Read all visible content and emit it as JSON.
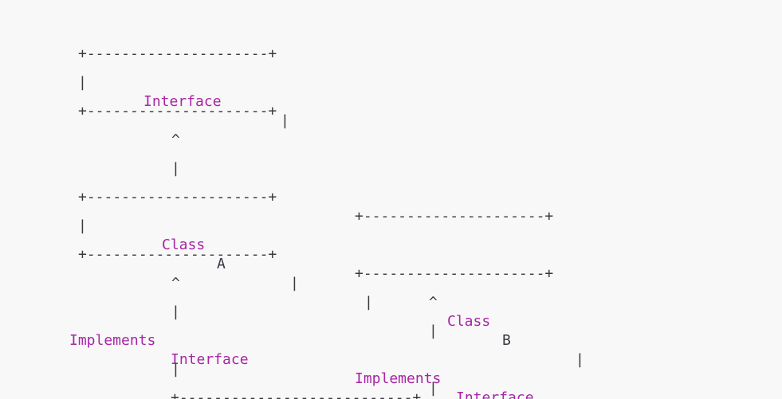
{
  "diagram": {
    "colors": {
      "background": "#f8f8f8",
      "text": "#383a42",
      "keyword": "#a626a4"
    },
    "interface_box": {
      "top_border": "+---------------------+",
      "left_bar": "|",
      "keyword": "Interface",
      "right_bar": "|",
      "bottom_border": "+---------------------+"
    },
    "interface_arrow": {
      "caret": "^",
      "bar": "|"
    },
    "class_a_box": {
      "top_border": "+---------------------+",
      "left_bar": "|",
      "keyword": "Class",
      "name": "A",
      "right_bar": "|",
      "bottom_border": "+---------------------+"
    },
    "class_b_box": {
      "top_border": "+---------------------+",
      "left_bar": "|",
      "keyword": "Class",
      "name": "B",
      "right_bar": "|",
      "bottom_border": "+---------------------+"
    },
    "class_a_arrow": {
      "caret": "^",
      "bar": "|"
    },
    "class_b_arrow": {
      "caret": "^",
      "bar": "|"
    },
    "implements_a": {
      "word1": "Implements",
      "word2": "Interface"
    },
    "implements_b": {
      "word1": "Implements",
      "word2": "Interface"
    },
    "connector": {
      "bar_a": "|",
      "bar_b": "|",
      "line": "+---------------------------+"
    }
  }
}
